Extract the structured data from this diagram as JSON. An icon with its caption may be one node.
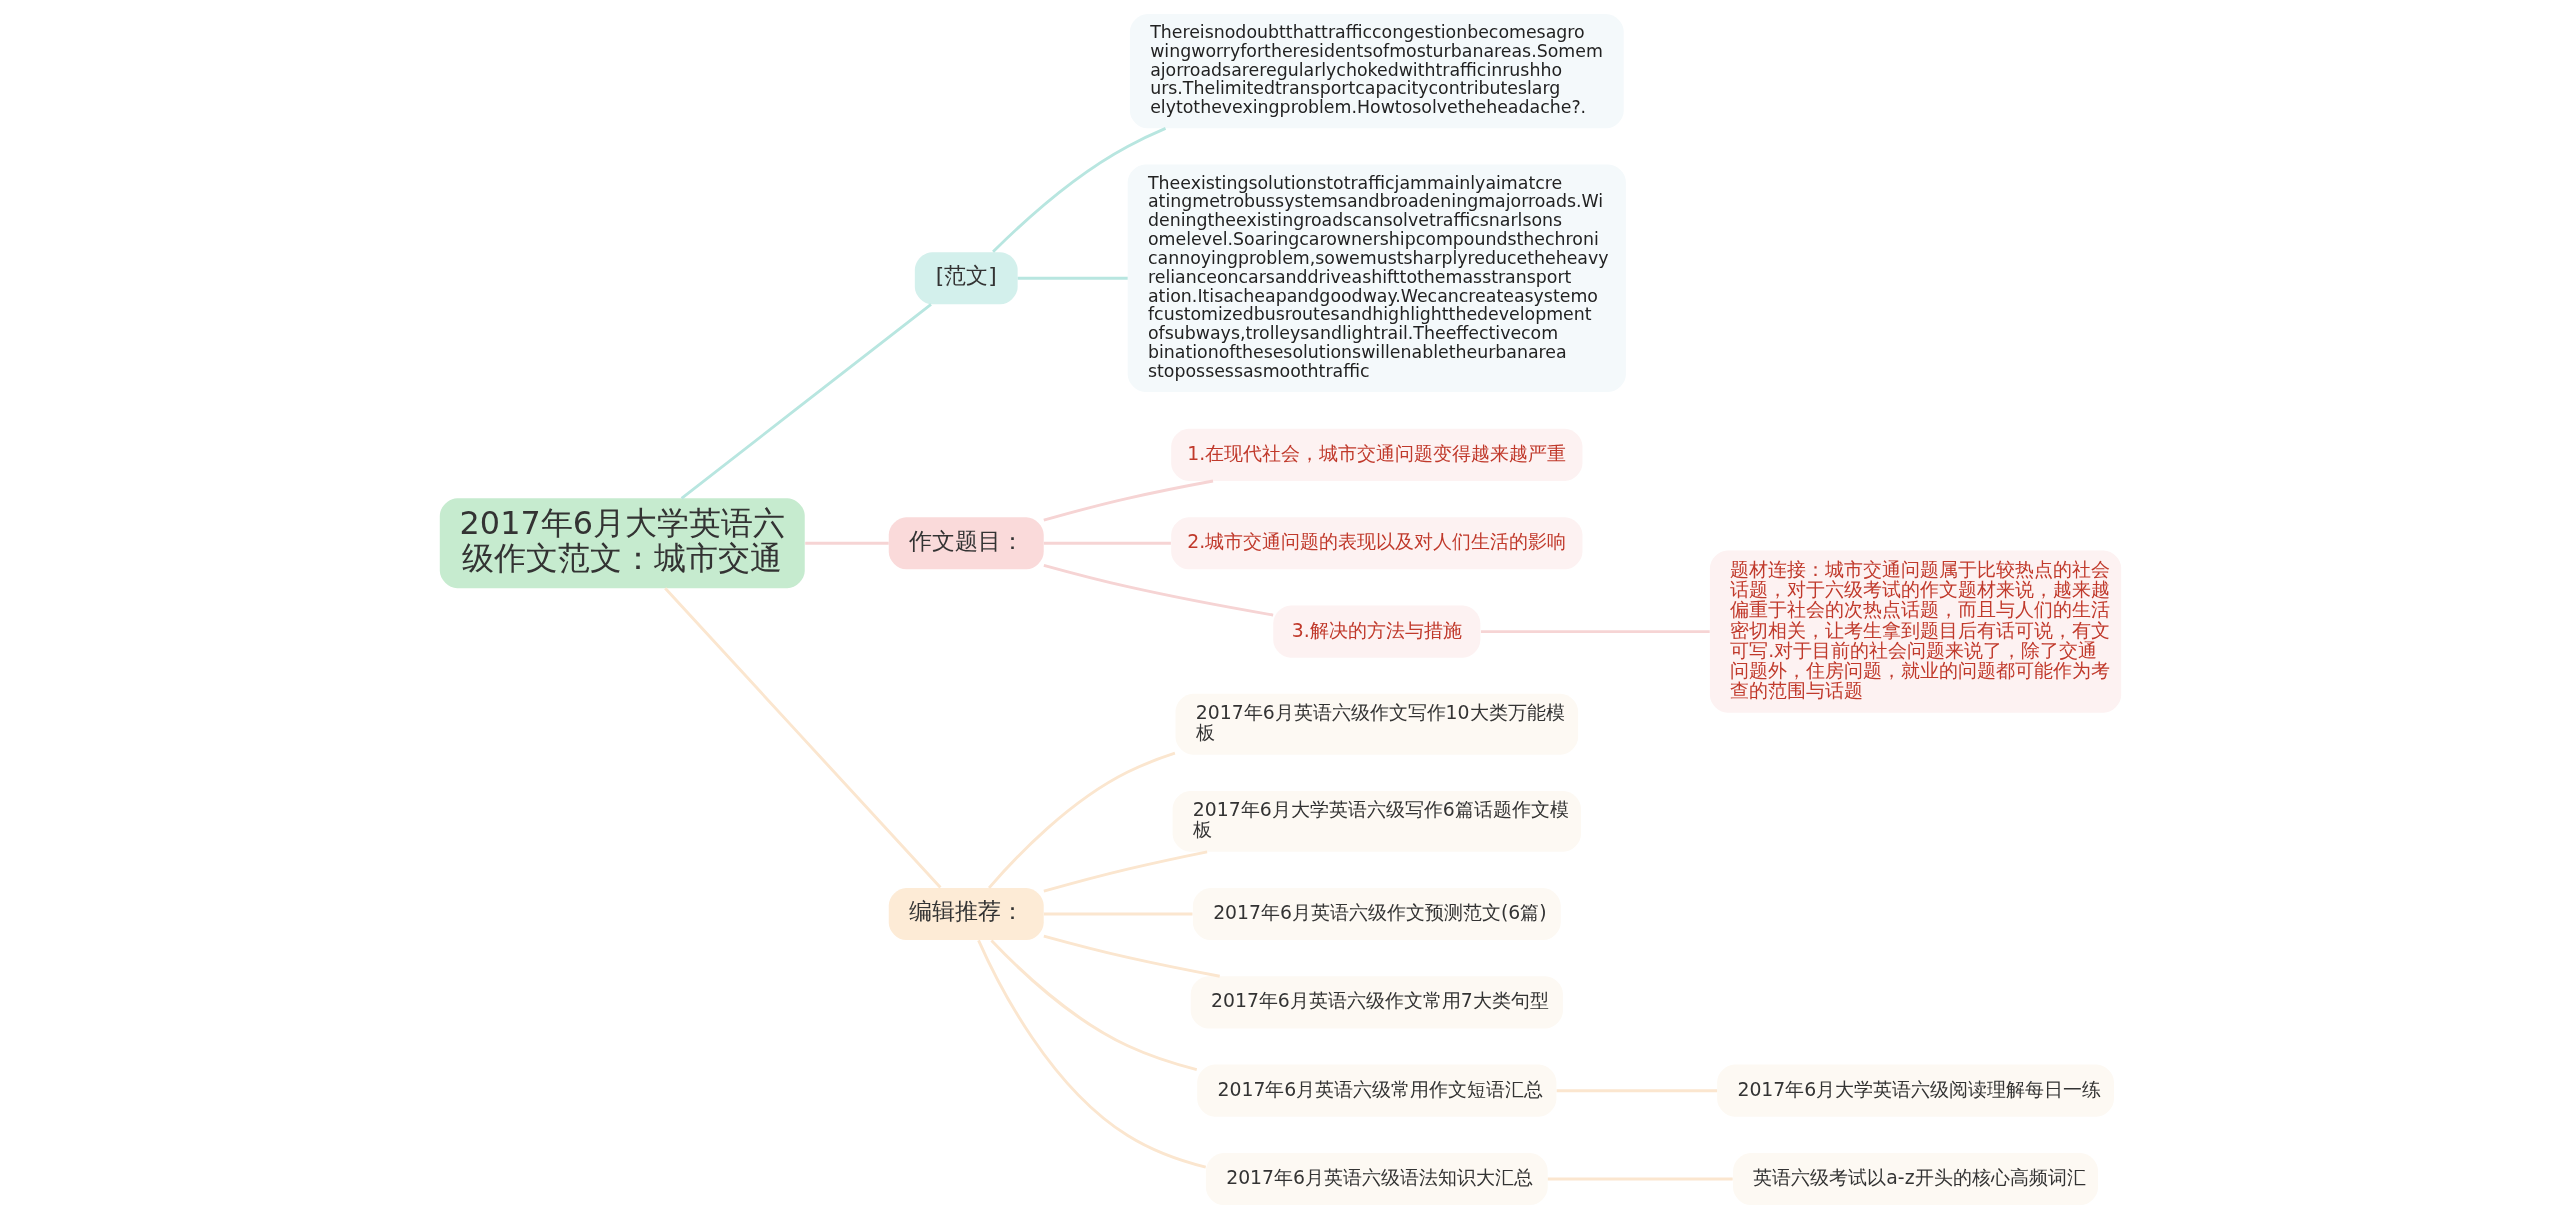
{
  "diagram": {
    "nodes": [
      {
        "text": [
          "2017年6月大学英语六级作文范文：城市交通"
        ]
      },
      {
        "text": [
          "[范文]"
        ]
      },
      {
        "text": [
          "Thereisnodoubtthattrafficcongestionbecomesagrowingworryfortheresidentsofmosturbanareas.Somemajorroadsareregularlychokedwithtrafficinrushhours.Thelimitedtransportcapacitycontributeslargelytothevexingproblem.Howtosolvetheheadache?."
        ]
      },
      {
        "text": [
          "Theexistingsolutionstotrafficjammainlyaimatcreatingmetrobussystemsandbroadeningmajorroads.Wideningtheexistingroadscansolvetrafficsnarlsonsomelevel.Soaringcarownershipcompoundsthechronicannoyingproblem,sowemustsharplyreducetheheavyrelianceoncarsanddriveashifttothemasstransportation.Itisacheapandgoodway.Wecancreateasystemofcustomizedbusroutesandhighlightthedevelopmentofsubways,trolleysandlightrail.Theeffectivecombinationofthesesolutionswillenabletheurbanareastopossessasmoothtraffic"
        ]
      },
      {
        "text": [
          "作文题目："
        ]
      },
      {
        "text": [
          "1.在现代社会，城市交通问题变得越来越严重"
        ]
      },
      {
        "text": [
          "2.城市交通问题的表现以及对人们生活的影响"
        ]
      },
      {
        "text": [
          "3.解决的方法与措施"
        ]
      },
      {
        "text": [
          "题材连接：城市交通问题属于比较热点的社会话题，对于六级考试的作文题材来说，越来越偏重于社会的次热点话题，而且与人们的生活密切相关，让考生拿到题目后有话可说，有文可写.对于目前的社会问题来说了，除了交通问题外，住房问题，就业的问题都可能作为考查的范围与话题"
        ]
      },
      {
        "text": [
          "编辑推荐："
        ]
      },
      {
        "text": [
          "2017年6月英语六级作文写作10大类万能模板"
        ]
      },
      {
        "text": [
          "2017年6月大学英语六级写作6篇话题作文模板"
        ]
      },
      {
        "text": [
          "2017年6月英语六级作文预测范文(6篇)"
        ]
      },
      {
        "text": [
          "2017年6月英语六级作文常用7大类句型"
        ]
      },
      {
        "text": [
          "2017年6月英语六级常用作文短语汇总"
        ]
      },
      {
        "text": [
          "2017年6月英语六级语法知识大汇总"
        ]
      },
      {
        "text": [
          "2017年6月大学英语六级阅读理解每日一练"
        ]
      },
      {
        "text": [
          "英语六级考试以a-z开头的核心高频词汇"
        ]
      }
    ],
    "edges": [
      {
        "from": 0,
        "to": 1,
        "arrow": "none",
        "color": "#b8e6e0"
      },
      {
        "from": 1,
        "to": 2,
        "arrow": "none",
        "color": "#b8e6e0"
      },
      {
        "from": 1,
        "to": 3,
        "arrow": "none",
        "color": "#b8e6e0"
      },
      {
        "from": 0,
        "to": 4,
        "arrow": "none",
        "color": "#f6d4d4"
      },
      {
        "from": 4,
        "to": 5,
        "arrow": "none",
        "color": "#f6d4d4"
      },
      {
        "from": 4,
        "to": 6,
        "arrow": "none",
        "color": "#f6d4d4"
      },
      {
        "from": 4,
        "to": 7,
        "arrow": "none",
        "color": "#f6d4d4"
      },
      {
        "from": 7,
        "to": 8,
        "arrow": "none",
        "color": "#f6d4d4"
      },
      {
        "from": 0,
        "to": 9,
        "arrow": "none",
        "color": "#fbe6cf"
      },
      {
        "from": 9,
        "to": 10,
        "arrow": "none",
        "color": "#fbe6cf"
      },
      {
        "from": 9,
        "to": 11,
        "arrow": "none",
        "color": "#fbe6cf"
      },
      {
        "from": 9,
        "to": 12,
        "arrow": "none",
        "color": "#fbe6cf"
      },
      {
        "from": 9,
        "to": 13,
        "arrow": "none",
        "color": "#fbe6cf"
      },
      {
        "from": 9,
        "to": 14,
        "arrow": "none",
        "color": "#fbe6cf"
      },
      {
        "from": 9,
        "to": 15,
        "arrow": "none",
        "color": "#fbe6cf"
      },
      {
        "from": 14,
        "to": 16,
        "arrow": "none",
        "color": "#fbe6cf"
      },
      {
        "from": 15,
        "to": 17,
        "arrow": "none",
        "color": "#fbe6cf"
      }
    ]
  }
}
